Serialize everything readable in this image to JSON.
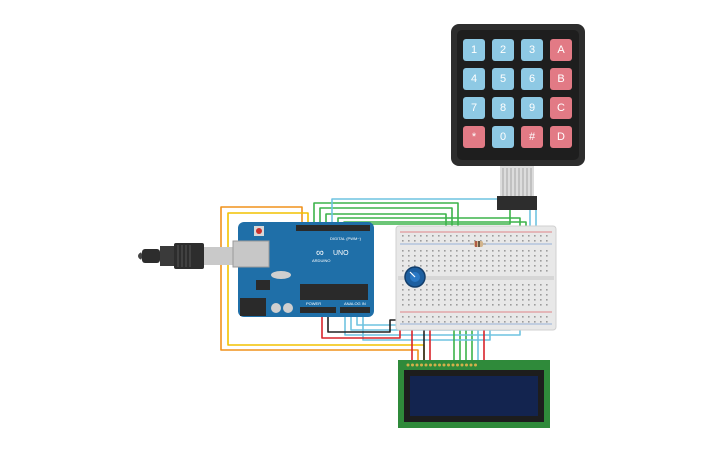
{
  "colors": {
    "keypad_numeric": "#8ec9e4",
    "keypad_alpha": "#e27a85",
    "keypad_frame": "#2d2d2d",
    "arduino": "#1f6fa8",
    "breadboard": "#e8e8e8",
    "lcd_pcb": "#2f8a3a",
    "lcd_screen": "#13244f",
    "wire_orange": "#f0921c",
    "wire_yellow": "#f2c200",
    "wire_green": "#3cb34a",
    "wire_blue": "#6fc3e0",
    "wire_red": "#d8232a",
    "wire_black": "#222222"
  },
  "keypad": {
    "keys": [
      [
        "1",
        "2",
        "3",
        "A"
      ],
      [
        "4",
        "5",
        "6",
        "B"
      ],
      [
        "7",
        "8",
        "9",
        "C"
      ],
      [
        "*",
        "0",
        "#",
        "D"
      ]
    ]
  },
  "arduino": {
    "brand_label": "UNO",
    "logo_text": "ARDUINO",
    "digital_label": "DIGITAL (PWM~)",
    "power_label": "POWER",
    "analog_label": "ANALOG IN"
  },
  "icons": {
    "usb": "usb-cable-icon",
    "potentiometer": "potentiometer-icon",
    "resistor": "resistor-icon"
  }
}
